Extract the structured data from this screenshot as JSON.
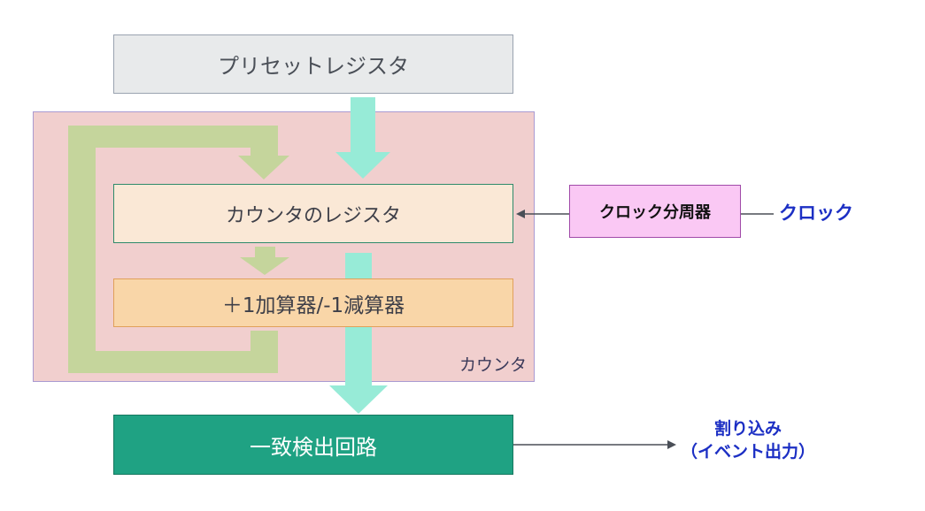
{
  "blocks": {
    "preset_register": "プリセットレジスタ",
    "counter_area": "カウンタ",
    "counter_register": "カウンタのレジスタ",
    "adder_subtractor": "＋1加算器/-1減算器",
    "match_detector": "一致検出回路",
    "clock_divider": "クロック分周器"
  },
  "labels": {
    "clock": "クロック",
    "interrupt_line1": "割り込み",
    "interrupt_line2": "（イベント出力）"
  },
  "colors": {
    "teal_arrow": "#97ebd7",
    "green_arrow": "#c5d59c",
    "accent_text": "#1c2fc4"
  }
}
